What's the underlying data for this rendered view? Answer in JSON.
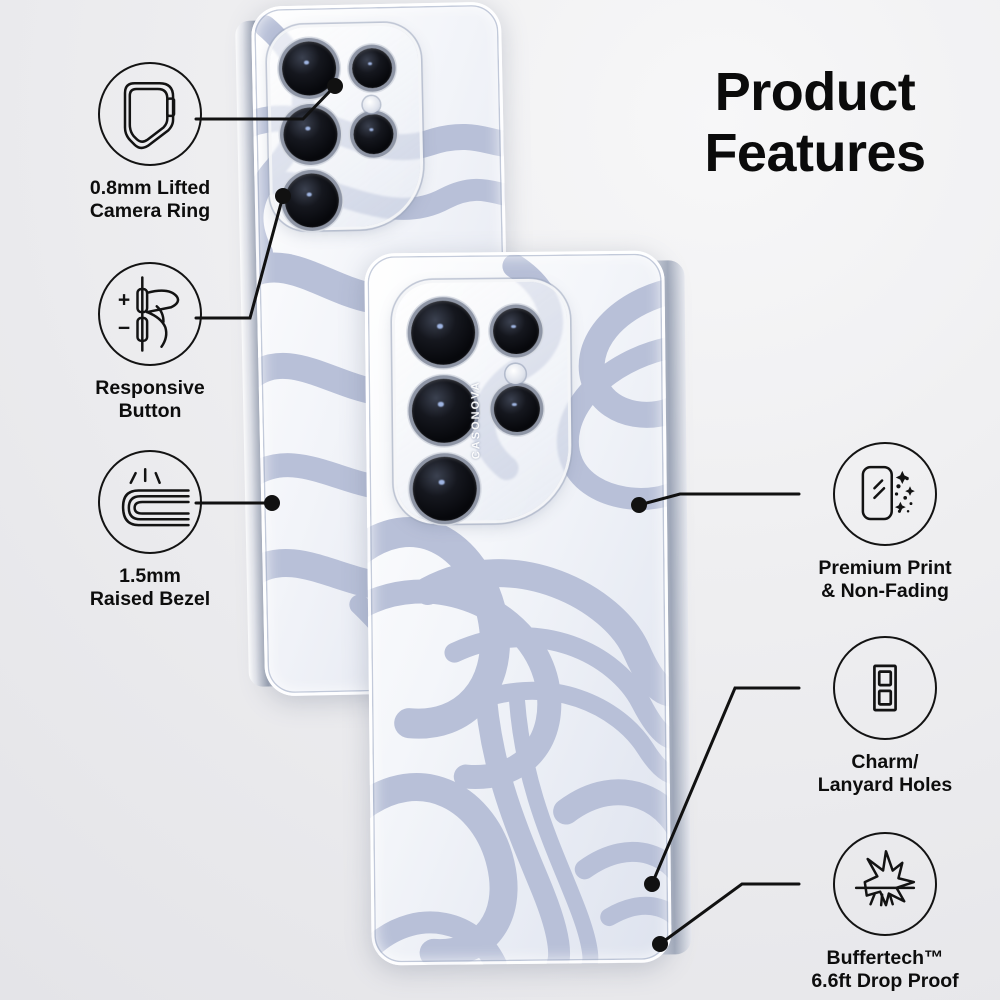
{
  "title": {
    "line1": "Product",
    "line2": "Features"
  },
  "brand": {
    "case_text": "CASONOVA"
  },
  "features": [
    {
      "id": "lifted-camera-ring",
      "icon": "camera-ring-icon",
      "label_line1": "0.8mm Lifted",
      "label_line2": "Camera Ring"
    },
    {
      "id": "responsive-button",
      "icon": "volume-button-press-icon",
      "label_line1": "Responsive",
      "label_line2": "Button",
      "plus": "+",
      "minus": "−"
    },
    {
      "id": "raised-bezel",
      "icon": "raised-bezel-icon",
      "label_line1": "1.5mm",
      "label_line2": "Raised Bezel"
    },
    {
      "id": "premium-print",
      "icon": "print-sparkle-icon",
      "label_line1": "Premium Print",
      "label_line2": "& Non-Fading"
    },
    {
      "id": "charm-lanyard-holes",
      "icon": "lanyard-holes-icon",
      "label_line1": "Charm/",
      "label_line2": "Lanyard Holes"
    },
    {
      "id": "drop-proof",
      "icon": "impact-burst-icon",
      "label_line1": "Buffertech™",
      "label_line2": "6.6ft Drop Proof"
    }
  ],
  "colors": {
    "ink": "#0d0d0d",
    "background_light": "#f7f7f8",
    "background_dark": "#e4e4e8",
    "swirl": "#b8c0d8",
    "swirl_white": "#ffffff",
    "lens_dark": "#07080c",
    "metal": "#a8b0c0"
  }
}
